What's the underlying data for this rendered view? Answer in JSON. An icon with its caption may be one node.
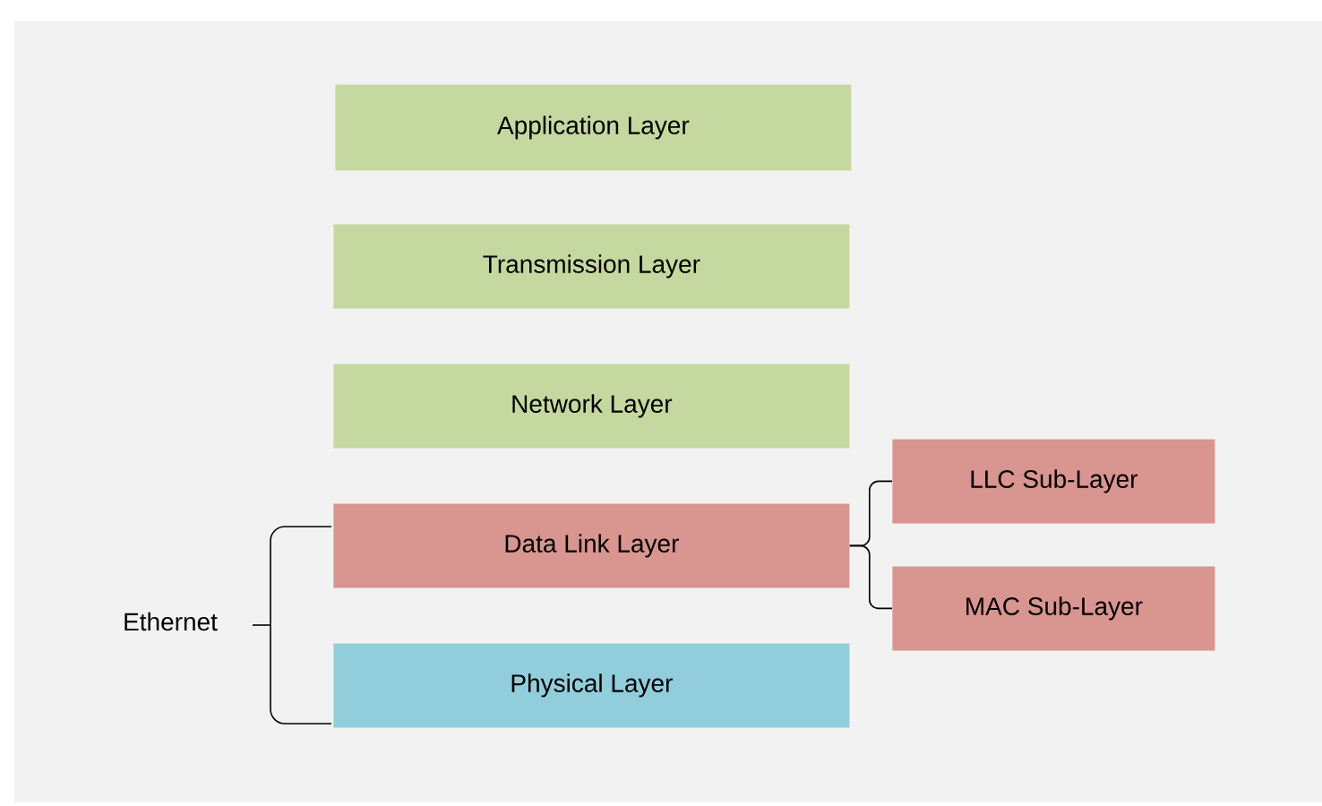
{
  "diagram": {
    "nodes": [
      {
        "text": [
          "Application Layer"
        ]
      },
      {
        "text": [
          "Transmission Layer"
        ]
      },
      {
        "text": [
          "Network Layer"
        ]
      },
      {
        "text": [
          "Data Link Layer"
        ]
      },
      {
        "text": [
          "Physical Layer"
        ]
      },
      {
        "text": [
          "LLC Sub-Layer"
        ]
      },
      {
        "text": [
          "MAC Sub-Layer"
        ]
      }
    ],
    "edges": [
      {
        "from": 3,
        "to": 5,
        "arrow": "none"
      },
      {
        "from": 3,
        "to": 6,
        "arrow": "none"
      }
    ],
    "labels": [
      "Ethernet"
    ]
  }
}
